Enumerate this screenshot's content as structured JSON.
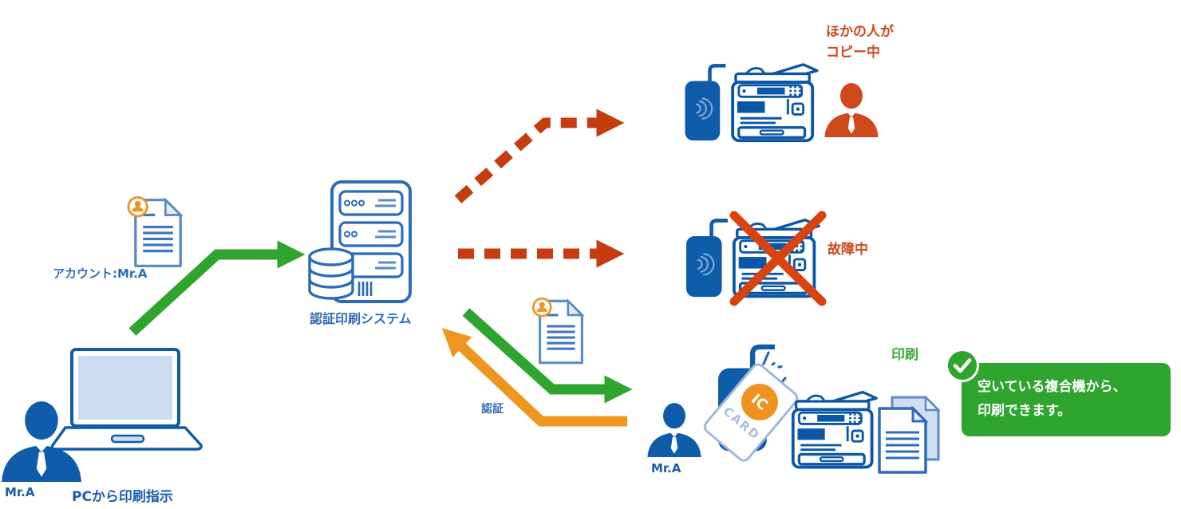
{
  "colors": {
    "solid_blue": "#0f5cab",
    "outline_blue": "#0b57a7",
    "label_blue": "#2b6bb8",
    "dark_label_blue": "#1a5dad",
    "light_doc_blue": "#5b8ac6",
    "screen_fill_blue": "#ccddf1",
    "green_arrow": "#2fa42e",
    "green_text": "#3cab38",
    "orange_arrow": "#ef9620",
    "red_dashed_arrow": "#c63b10",
    "status_red_text": "#d0491c",
    "badge_orange": "#ef9320",
    "callout_bg": "#2fa42e",
    "callout_text": "#ffffff"
  },
  "pc_group": {
    "user_label": "Mr.A",
    "caption": "PCから印刷指示"
  },
  "account_document": {
    "label": "アカウント:Mr.A"
  },
  "server": {
    "label": "認証印刷システム"
  },
  "arrows": {
    "auth_label": "認証"
  },
  "printer_busy": {
    "status_line1": "ほかの人が",
    "status_line2": "コピー中"
  },
  "printer_broken": {
    "status": "故障中"
  },
  "printer_free": {
    "user_label": "Mr.A",
    "action_label": "印刷",
    "ic_card_line1": "IC",
    "ic_card_line2": "CARD"
  },
  "callout": {
    "line1": "空いている複合機から、",
    "line2": "印刷できます。"
  }
}
